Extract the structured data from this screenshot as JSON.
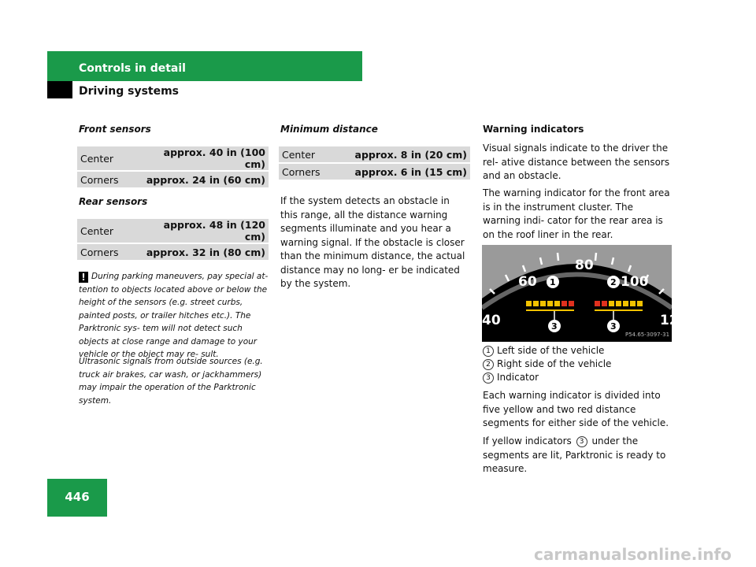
{
  "header": {
    "section": "Controls in detail",
    "subsection": "Driving systems"
  },
  "page_number": "446",
  "front": {
    "title": "Front sensors",
    "rows": [
      {
        "label": "Center",
        "value": "approx. 40 in (100 cm)"
      },
      {
        "label": "Corners",
        "value": "approx. 24 in (60 cm)"
      }
    ]
  },
  "rear": {
    "title": "Rear sensors",
    "rows": [
      {
        "label": "Center",
        "value": "approx. 48 in (120 cm)"
      },
      {
        "label": "Corners",
        "value": "approx. 32 in (80 cm)"
      }
    ]
  },
  "note": {
    "line1": "During parking maneuvers, pay special at-",
    "rest": "tention to objects located above or below the height of the sensors (e.g. street curbs, painted posts, or trailer hitches etc.). The Parktronic sys- tem will not detect such objects at close range and damage to your vehicle or the object may re- sult.",
    "para2": "Ultrasonic signals from outside sources (e.g. truck air brakes, car wash, or jackhammers) may impair the operation of the Parktronic system."
  },
  "minimum": {
    "title": "Minimum distance",
    "rows": [
      {
        "label": "Center",
        "value": "approx. 8 in (20 cm)"
      },
      {
        "label": "Corners",
        "value": "approx. 6 in (15 cm)"
      }
    ],
    "text": "If the system detects an obstacle in this range, all the distance warning segments illuminate and you hear a warning signal. If the obstacle is closer than the minimum distance, the actual distance may no long- er be indicated by the system."
  },
  "warning": {
    "title": "Warning indicators",
    "p1": "Visual signals indicate to the driver the rel- ative distance between the sensors and an obstacle.",
    "p2": "The warning indicator for the front area is in the instrument cluster. The warning indi- cator for the rear area is on the roof liner in the rear.",
    "legend": [
      {
        "num": "1",
        "text": "Left side of the vehicle"
      },
      {
        "num": "2",
        "text": "Right side of the vehicle"
      },
      {
        "num": "3",
        "text": "Indicator"
      }
    ],
    "p3": "Each warning indicator is divided into five yellow and two red distance segments for either side of the vehicle.",
    "p4_pre": "If yellow indicators",
    "p4_num": "3",
    "p4_post": "under the segments are lit, Parktronic is ready to measure."
  },
  "figure": {
    "speeds": [
      "40",
      "60",
      "80",
      "100",
      "12"
    ],
    "callouts": [
      "1",
      "2",
      "3",
      "3"
    ],
    "code": "P54.65-3097-31",
    "colors": {
      "yellow": "#f2c200",
      "red": "#e0301e",
      "dial": "#000000"
    }
  },
  "footer": "carmanualsonline.info"
}
